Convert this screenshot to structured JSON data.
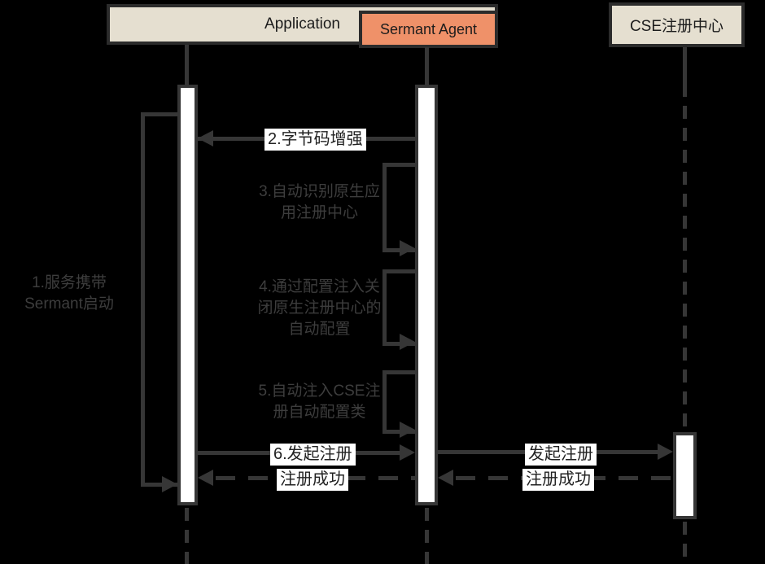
{
  "participants": [
    {
      "label": "Application"
    },
    {
      "label": "Sermant Agent"
    },
    {
      "label": "CSE注册中心"
    }
  ],
  "messages": [
    {
      "seq": 1,
      "label": "1.服务携带\nSermant启动",
      "type": "self-loop",
      "from": "Application",
      "to": "Application"
    },
    {
      "seq": 2,
      "label": "2.字节码增强",
      "type": "solid-arrow",
      "from": "Sermant Agent",
      "to": "Application"
    },
    {
      "seq": 3,
      "label": "3.自动识别原生应\n用注册中心",
      "type": "self-loop",
      "from": "Sermant Agent",
      "to": "Sermant Agent"
    },
    {
      "seq": 4,
      "label": "4.通过配置注入关\n闭原生注册中心的\n自动配置",
      "type": "self-loop",
      "from": "Sermant Agent",
      "to": "Sermant Agent"
    },
    {
      "seq": 5,
      "label": "5.自动注入CSE注\n册自动配置类",
      "type": "self-loop",
      "from": "Sermant Agent",
      "to": "Sermant Agent"
    },
    {
      "seq": 6,
      "label": "6.发起注册",
      "type": "solid-arrow",
      "from": "Application",
      "to": "Sermant Agent"
    },
    {
      "seq": 7,
      "label": "发起注册",
      "type": "solid-arrow",
      "from": "Sermant Agent",
      "to": "CSE注册中心"
    },
    {
      "seq": 8,
      "label": "注册成功",
      "type": "dashed-return",
      "from": "CSE注册中心",
      "to": "Sermant Agent"
    },
    {
      "seq": 9,
      "label": "注册成功",
      "type": "dashed-return",
      "from": "Sermant Agent",
      "to": "Application"
    }
  ],
  "colors": {
    "background": "#000000",
    "line": "#363636",
    "participant_fill": "#e5dfd0",
    "sermant_fill": "#ef9169",
    "activation_fill": "#ffffff",
    "message_label_bg": "#ffffff",
    "dim_text": "#3d3d3d"
  }
}
